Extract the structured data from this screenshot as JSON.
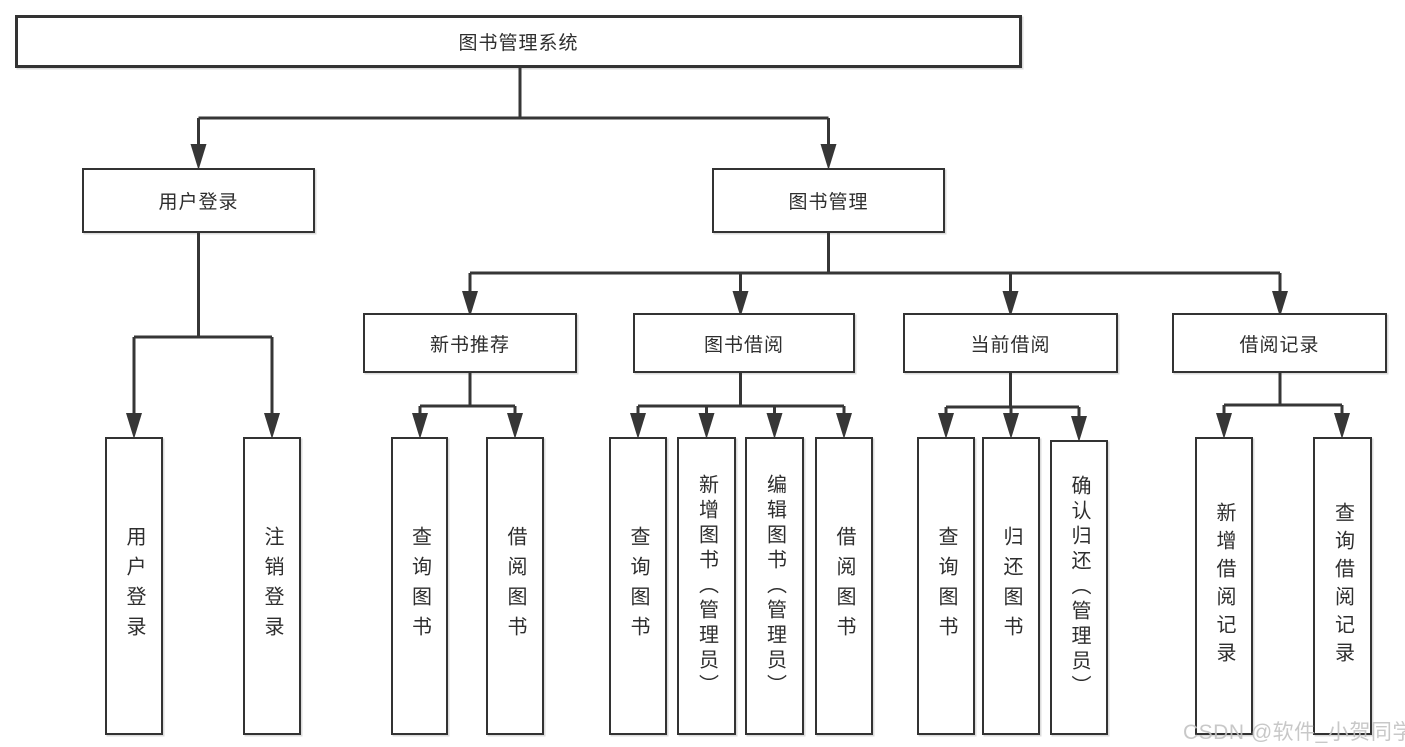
{
  "diagram": {
    "root": {
      "label": "图书管理系统"
    },
    "level2": {
      "user_login": {
        "label": "用户登录"
      },
      "book_management": {
        "label": "图书管理"
      }
    },
    "level3": {
      "new_book_recommendation": {
        "label": "新书推荐"
      },
      "book_borrowing": {
        "label": "图书借阅"
      },
      "current_borrowing": {
        "label": "当前借阅"
      },
      "borrowing_records": {
        "label": "借阅记录"
      }
    },
    "leaves": {
      "user_login": {
        "label": "用户登录"
      },
      "logout": {
        "label": "注销登录"
      },
      "rec_query_books": {
        "label": "查询图书"
      },
      "rec_borrow_books": {
        "label": "借阅图书"
      },
      "bb_query_books": {
        "label": "查询图书"
      },
      "bb_add_books": {
        "label": "新增图书（管理员）"
      },
      "bb_edit_books": {
        "label": "编辑图书（管理员）"
      },
      "bb_borrow_books": {
        "label": "借阅图书"
      },
      "cb_query_books": {
        "label": "查询图书"
      },
      "cb_return_books": {
        "label": "归还图书"
      },
      "cb_confirm_return": {
        "label": "确认归还（管理员）"
      },
      "br_add_record": {
        "label": "新增借阅记录"
      },
      "br_query_record": {
        "label": "查询借阅记录"
      }
    },
    "watermark": "CSDN @软件_小贺同学",
    "colors": {
      "line": "#363636",
      "box_border": "#333333",
      "box_fill": "#ffffff",
      "text": "#2e2e2e",
      "watermark": "#c3c3c3"
    }
  }
}
